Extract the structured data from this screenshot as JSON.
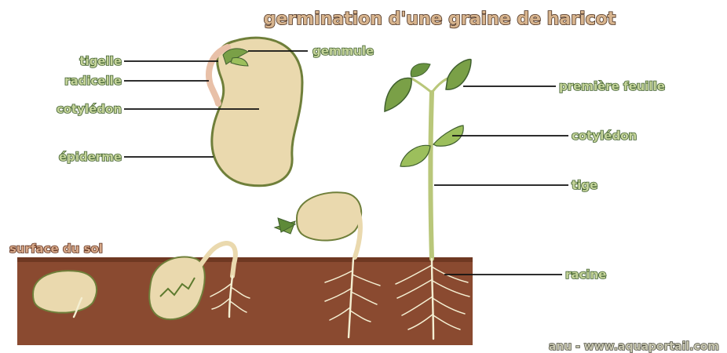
{
  "title": "germination d'une graine de haricot",
  "labels": {
    "tigelle": "tigelle",
    "radicelle": "radicelle",
    "cotyledon_seed": "cotylédon",
    "epiderme": "épiderme",
    "gemmule": "gemmule",
    "premiere_feuille": "première feuille",
    "cotyledon_plant": "cotylédon",
    "tige": "tige",
    "racine": "racine"
  },
  "soil_surface_label": "surface du sol",
  "credit": "anu - www.aquaportail.com",
  "colors": {
    "soil": "#8a4a30",
    "seed": "#ead9ae",
    "seed_outline": "#6f7f3a",
    "stem": "#b9c77a",
    "leaf": "#7aa047",
    "label_fill": "#c5d49a",
    "title_fill": "#d7b48e"
  }
}
